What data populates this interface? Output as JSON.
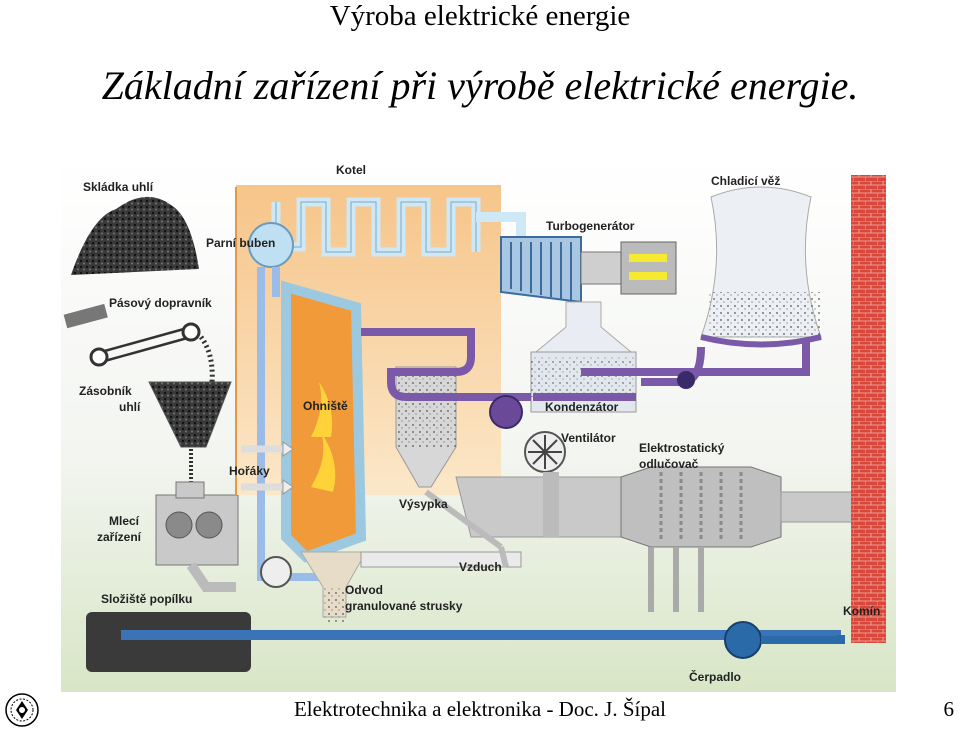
{
  "page": {
    "title": "Výroba elektrické energie",
    "subtitle": "Základní zařízení při výrobě elektrické energie.",
    "footer": "Elektrotechnika a elektronika - Doc. J. Šípal",
    "page_number": "6"
  },
  "diagram": {
    "labels": {
      "skladka": "Skládka uhlí",
      "kotel": "Kotel",
      "chladici_vez": "Chladicí věž",
      "parni_buben": "Parní buben",
      "turbogenerator": "Turbogenerátor",
      "pasovy_dopravnik": "Pásový dopravník",
      "zasobnik_1": "Zásobník",
      "zasobnik_2": "uhlí",
      "ohniste": "Ohniště",
      "kondenzator": "Kondenzátor",
      "ventilator": "Ventilátor",
      "elektrostaticky_1": "Elektrostatický",
      "elektrostaticky_2": "odlučovač",
      "horaky": "Hořáky",
      "vysypka": "Výsypka",
      "mleci_1": "Mlecí",
      "mleci_2": "zařízení",
      "vzduch": "Vzduch",
      "odvod_1": "Odvod",
      "odvod_2": "granulované strusky",
      "slozste": "Složiště popílku",
      "komin": "Komín",
      "cerpadlo": "Čerpadlo"
    },
    "colors": {
      "steam": "#8fc8e8",
      "condensate": "#7a5aa8",
      "pipe_gray": "#b8b8b8",
      "chimney": "#d9463a",
      "flame": "#f5a020",
      "water": "#2a6aa8"
    }
  }
}
